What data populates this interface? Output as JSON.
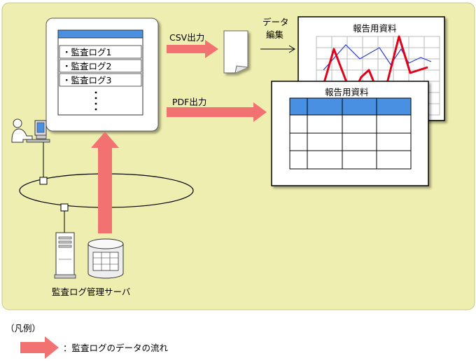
{
  "main_panel": {
    "log_items": [
      "・監査ログ1",
      "・監査ログ2",
      "・監査ログ3"
    ],
    "log_more": "：",
    "csv_label": "CSV出力",
    "pdf_label": "PDF出力",
    "edit_label_line1": "データ",
    "edit_label_line2": "編集",
    "report_title_chart": "報告用資料",
    "report_title_table": "報告用資料",
    "server_label": "監査ログ管理サーバ"
  },
  "legend": {
    "title": "（凡例）",
    "flow_label": "：監査ログのデータの流れ"
  },
  "colors": {
    "panel_bg": "#eeeeb0",
    "panel_border": "#c8c890",
    "flow_arrow": "#f27272",
    "header_blue": "#4a90e2",
    "chart_red": "#e0001a",
    "chart_blue": "#2a3ec8"
  }
}
